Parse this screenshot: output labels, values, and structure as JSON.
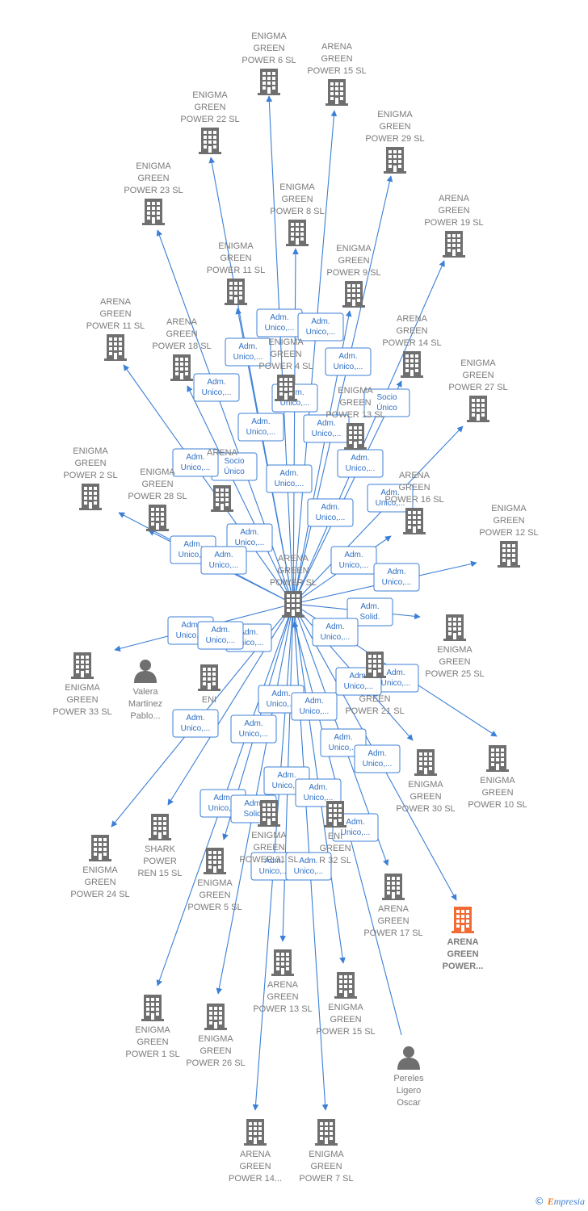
{
  "colors": {
    "edge": "#3b7fd6",
    "company_icon": "#6f6f6f",
    "highlight_icon": "#f26b35",
    "person_icon": "#6f6f6f",
    "label": "#7b7b7b"
  },
  "center": {
    "id": "center",
    "icon": "building-icon",
    "lines": [
      "ARENA",
      "GREEN",
      "POWER  SL"
    ]
  },
  "nodes": [
    {
      "id": "eg6",
      "icon": "building-icon",
      "lines": [
        "ENIGMA",
        "GREEN",
        "POWER 6  SL"
      ]
    },
    {
      "id": "ag15a",
      "icon": "building-icon",
      "lines": [
        "ARENA",
        "GREEN",
        "POWER 15  SL"
      ]
    },
    {
      "id": "eg22",
      "icon": "building-icon",
      "lines": [
        "ENIGMA",
        "GREEN",
        "POWER 22  SL"
      ]
    },
    {
      "id": "eg29",
      "icon": "building-icon",
      "lines": [
        "ENIGMA",
        "GREEN",
        "POWER 29  SL"
      ]
    },
    {
      "id": "eg23",
      "icon": "building-icon",
      "lines": [
        "ENIGMA",
        "GREEN",
        "POWER 23  SL"
      ]
    },
    {
      "id": "eg8",
      "icon": "building-icon",
      "lines": [
        "ENIGMA",
        "GREEN",
        "POWER 8  SL"
      ]
    },
    {
      "id": "ag19",
      "icon": "building-icon",
      "lines": [
        "ARENA",
        "GREEN",
        "POWER 19  SL"
      ]
    },
    {
      "id": "eg11",
      "icon": "building-icon",
      "lines": [
        "ENIGMA",
        "GREEN",
        "POWER 11  SL"
      ]
    },
    {
      "id": "eg9",
      "icon": "building-icon",
      "lines": [
        "ENIGMA",
        "GREEN",
        "POWER 9  SL"
      ]
    },
    {
      "id": "ag11",
      "icon": "building-icon",
      "lines": [
        "ARENA",
        "GREEN",
        "POWER 11  SL"
      ]
    },
    {
      "id": "ag18",
      "icon": "building-icon",
      "lines": [
        "ARENA",
        "GREEN",
        "POWER 18  SL"
      ]
    },
    {
      "id": "eg4",
      "icon": "building-icon",
      "lines": [
        "ENIGMA",
        "GREEN",
        "POWER 4  SL"
      ]
    },
    {
      "id": "ag14",
      "icon": "building-icon",
      "lines": [
        "ARENA",
        "GREEN",
        "POWER 14  SL"
      ]
    },
    {
      "id": "eg27",
      "icon": "building-icon",
      "lines": [
        "ENIGMA",
        "GREEN",
        "POWER 27  SL"
      ]
    },
    {
      "id": "eg13",
      "icon": "building-icon",
      "lines": [
        "ENIGMA",
        "GREEN",
        "POWER 13  SL"
      ]
    },
    {
      "id": "eg2",
      "icon": "building-icon",
      "lines": [
        "ENIGMA",
        "GREEN",
        "POWER 2  SL"
      ]
    },
    {
      "id": "eg28",
      "icon": "building-icon",
      "lines": [
        "ENIGMA",
        "GREEN",
        "POWER 28  SL"
      ]
    },
    {
      "id": "ag_mid",
      "icon": "building-icon",
      "lines": [
        "ARENA",
        "",
        ""
      ]
    },
    {
      "id": "ag16",
      "icon": "building-icon",
      "lines": [
        "ARENA",
        "GREEN",
        "POWER 16  SL"
      ]
    },
    {
      "id": "eg12",
      "icon": "building-icon",
      "lines": [
        "ENIGMA",
        "GREEN",
        "POWER 12  SL"
      ]
    },
    {
      "id": "eg25",
      "icon": "building-icon",
      "lines": [
        "ENIGMA",
        "GREEN",
        "POWER 25  SL"
      ]
    },
    {
      "id": "eg33",
      "icon": "building-icon",
      "lines": [
        "ENIGMA",
        "GREEN",
        "POWER 33  SL"
      ]
    },
    {
      "id": "valera",
      "icon": "person-icon",
      "lines": [
        "Valera",
        "Martinez",
        "Pablo..."
      ]
    },
    {
      "id": "eg_mid",
      "icon": "building-icon",
      "lines": [
        "ENI",
        "",
        ""
      ]
    },
    {
      "id": "eg21",
      "icon": "building-icon",
      "lines": [
        "",
        "GREEN",
        "POWER 21  SL"
      ]
    },
    {
      "id": "eg30",
      "icon": "building-icon",
      "lines": [
        "ENIGMA",
        "GREEN",
        "POWER 30  SL"
      ]
    },
    {
      "id": "eg10",
      "icon": "building-icon",
      "lines": [
        "ENIGMA",
        "GREEN",
        "POWER 10  SL"
      ]
    },
    {
      "id": "eg24",
      "icon": "building-icon",
      "lines": [
        "ENIGMA",
        "GREEN",
        "POWER 24  SL"
      ]
    },
    {
      "id": "shark",
      "icon": "building-icon",
      "lines": [
        "SHARK",
        "POWER",
        "REN 15  SL"
      ]
    },
    {
      "id": "eg31",
      "icon": "building-icon",
      "lines": [
        "ENIGMA",
        "GREEN",
        "POWER 31  SL"
      ]
    },
    {
      "id": "eg32",
      "icon": "building-icon",
      "lines": [
        "ENI",
        "GREEN",
        "R 32  SL"
      ]
    },
    {
      "id": "eg5",
      "icon": "building-icon",
      "lines": [
        "ENIGMA",
        "GREEN",
        "POWER 5  SL"
      ]
    },
    {
      "id": "ag17",
      "icon": "building-icon",
      "lines": [
        "ARENA",
        "GREEN",
        "POWER 17  SL"
      ]
    },
    {
      "id": "agx",
      "icon": "building-icon",
      "highlight": true,
      "lines": [
        "ARENA",
        "GREEN",
        "POWER..."
      ]
    },
    {
      "id": "ag13",
      "icon": "building-icon",
      "lines": [
        "ARENA",
        "GREEN",
        "POWER 13  SL"
      ]
    },
    {
      "id": "eg15",
      "icon": "building-icon",
      "lines": [
        "ENIGMA",
        "GREEN",
        "POWER 15  SL"
      ]
    },
    {
      "id": "eg1",
      "icon": "building-icon",
      "lines": [
        "ENIGMA",
        "GREEN",
        "POWER 1  SL"
      ]
    },
    {
      "id": "eg26",
      "icon": "building-icon",
      "lines": [
        "ENIGMA",
        "GREEN",
        "POWER 26  SL"
      ]
    },
    {
      "id": "pereles",
      "icon": "person-icon",
      "lines": [
        "Pereles",
        "Ligero",
        "Oscar"
      ]
    },
    {
      "id": "ag14b",
      "icon": "building-icon",
      "lines": [
        "ARENA",
        "GREEN",
        "POWER 14..."
      ]
    },
    {
      "id": "eg7",
      "icon": "building-icon",
      "lines": [
        "ENIGMA",
        "GREEN",
        "POWER 7  SL"
      ]
    }
  ],
  "edges": [
    {
      "from": "center",
      "to": "eg6"
    },
    {
      "from": "center",
      "to": "ag15a"
    },
    {
      "from": "center",
      "to": "eg22"
    },
    {
      "from": "center",
      "to": "eg29"
    },
    {
      "from": "center",
      "to": "eg23"
    },
    {
      "from": "center",
      "to": "eg8"
    },
    {
      "from": "center",
      "to": "ag19"
    },
    {
      "from": "center",
      "to": "eg11"
    },
    {
      "from": "center",
      "to": "eg9"
    },
    {
      "from": "center",
      "to": "ag11"
    },
    {
      "from": "center",
      "to": "ag18"
    },
    {
      "from": "center",
      "to": "ag14"
    },
    {
      "from": "center",
      "to": "eg27"
    },
    {
      "from": "center",
      "to": "eg2"
    },
    {
      "from": "center",
      "to": "eg28"
    },
    {
      "from": "center",
      "to": "ag16"
    },
    {
      "from": "center",
      "to": "eg12"
    },
    {
      "from": "center",
      "to": "eg25"
    },
    {
      "from": "center",
      "to": "eg33"
    },
    {
      "from": "center",
      "to": "eg10"
    },
    {
      "from": "center",
      "to": "eg30"
    },
    {
      "from": "center",
      "to": "eg24"
    },
    {
      "from": "center",
      "to": "shark"
    },
    {
      "from": "center",
      "to": "eg5"
    },
    {
      "from": "center",
      "to": "ag17"
    },
    {
      "from": "center",
      "to": "agx"
    },
    {
      "from": "center",
      "to": "ag13"
    },
    {
      "from": "center",
      "to": "eg15"
    },
    {
      "from": "center",
      "to": "eg1"
    },
    {
      "from": "center",
      "to": "eg26"
    },
    {
      "from": "center",
      "to": "ag14b"
    },
    {
      "from": "center",
      "to": "eg7"
    },
    {
      "from": "pereles",
      "to": "center"
    }
  ],
  "edge_labels": [
    {
      "text": [
        "Adm.",
        "Unico,..."
      ]
    },
    {
      "text": [
        "Adm.",
        "Unico,..."
      ]
    },
    {
      "text": [
        "Adm.",
        "Unico,..."
      ]
    },
    {
      "text": [
        "Adm.",
        "Unico,..."
      ]
    },
    {
      "text": [
        "Adm.",
        "Unico,..."
      ]
    },
    {
      "text": [
        "Adm.",
        "Unico,..."
      ]
    },
    {
      "text": [
        "Adm.",
        "Unico,..."
      ]
    },
    {
      "text": [
        "Socio",
        "Único"
      ]
    },
    {
      "text": [
        "Adm.",
        "Unico,..."
      ]
    },
    {
      "text": [
        "Adm.",
        "Unico,..."
      ]
    },
    {
      "text": [
        "Adm.",
        "Unico,..."
      ]
    },
    {
      "text": [
        "Socio",
        "Único"
      ]
    },
    {
      "text": [
        "Adm.",
        "Unico,..."
      ]
    },
    {
      "text": [
        "Adm.",
        "Unico,..."
      ]
    },
    {
      "text": [
        "Adm.",
        "Unico,..."
      ]
    },
    {
      "text": [
        "Adm.",
        "Unico,..."
      ]
    },
    {
      "text": [
        "Adm.",
        "Unico,..."
      ]
    },
    {
      "text": [
        "Adm.",
        "Unico,..."
      ]
    },
    {
      "text": [
        "Adm.",
        "Unico,..."
      ]
    },
    {
      "text": [
        "Adm.",
        "Unico,..."
      ]
    },
    {
      "text": [
        "Adm.",
        "Solid."
      ]
    },
    {
      "text": [
        "Adm.",
        "Unico,..."
      ]
    },
    {
      "text": [
        "Adm.",
        "Unico,..."
      ]
    },
    {
      "text": [
        "Adm.",
        "Unico,..."
      ]
    },
    {
      "text": [
        "Adm.",
        "Unico,..."
      ]
    },
    {
      "text": [
        "Adm.",
        "Unico,..."
      ]
    },
    {
      "text": [
        "Adm.",
        "Unico,..."
      ]
    },
    {
      "text": [
        "Adm.",
        "Unico,..."
      ]
    },
    {
      "text": [
        "Adm.",
        "Unico,..."
      ]
    },
    {
      "text": [
        "Adm.",
        "Unico,..."
      ]
    },
    {
      "text": [
        "Adm.",
        "Unico,..."
      ]
    },
    {
      "text": [
        "Adm.",
        "Unico,..."
      ]
    },
    {
      "text": [
        "Adm.",
        "Unico,..."
      ]
    },
    {
      "text": [
        "Adm.",
        "Unico,..."
      ]
    },
    {
      "text": [
        "Adm.",
        "Unico,..."
      ]
    },
    {
      "text": [
        "Adm.",
        "Unico,..."
      ]
    },
    {
      "text": [
        "Adm.",
        "Unico,..."
      ]
    },
    {
      "text": [
        "Adm.",
        "Solid."
      ]
    },
    {
      "text": [
        "Adm.",
        "Unico,..."
      ]
    },
    {
      "text": [
        "Adm.",
        "Unico,..."
      ]
    }
  ],
  "footer": {
    "copyright_symbol": "©",
    "brand_first": "E",
    "brand_rest": "mpresia"
  }
}
